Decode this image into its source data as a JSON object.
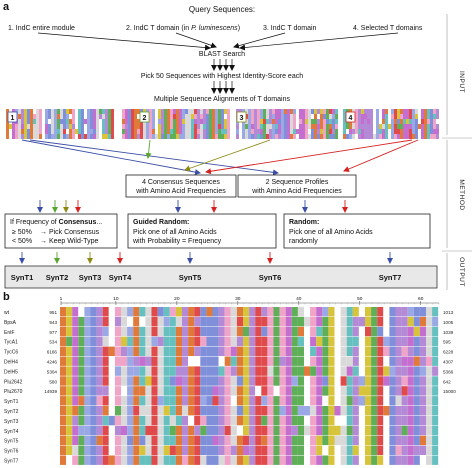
{
  "panel_a": {
    "label": "a",
    "query_title": "Query Sequences:",
    "queries": [
      "1. IndC entire module",
      "2. IndC T domain (in ",
      "P. luminescens",
      ")",
      "3. IndC T domain",
      "4. Selected T domains"
    ],
    "blast": "BLAST Search",
    "pick50": "Pick 50 Sequences with Highest Identity-Score each",
    "msa": "Multiple Sequence Alignments of T domains",
    "msa_numbers": [
      "1",
      "2",
      "3",
      "4"
    ],
    "consensus_box": [
      "4 Consensus Sequences",
      "with Amino Acid Frequencies"
    ],
    "profile_box": [
      "2 Sequence Profiles",
      "with Amino Acid Frequencies"
    ],
    "method1": {
      "title_pre": "If Frequency of ",
      "title_bold": "Consensus",
      "title_post": "...",
      "line1_a": "≥ 50%",
      "line1_b": "→  Pick Consensus",
      "line2_a": "< 50%",
      "line2_b": "→  Keep Wild-Type"
    },
    "method2": {
      "title": "Guided Random:",
      "lines": [
        "Pick one of all Amino Acids",
        "with Probability = Frequency"
      ]
    },
    "method3": {
      "title": "Random:",
      "lines": [
        "Pick one of all Amino Acids",
        "randomly"
      ]
    },
    "outputs": [
      "SynT1",
      "SynT2",
      "SynT3",
      "SynT4",
      "SynT5",
      "SynT6",
      "SynT7"
    ],
    "side_labels": [
      "INPUT",
      "METHOD",
      "OUTPUT"
    ]
  },
  "panel_b": {
    "label": "b",
    "ruler_ticks": [
      "1",
      "10",
      "20",
      "30",
      "40",
      "50",
      "60"
    ],
    "rows": [
      {
        "name": "wt",
        "start": "951",
        "end": "1013"
      },
      {
        "name": "BpsA",
        "start": "943",
        "end": "1005"
      },
      {
        "name": "EntF",
        "start": "977",
        "end": "1039"
      },
      {
        "name": "TycA1",
        "start": "534",
        "end": "595"
      },
      {
        "name": "TycC6",
        "start": "6166",
        "end": "6228"
      },
      {
        "name": "DelH4",
        "start": "4246",
        "end": "4307"
      },
      {
        "name": "DelH5",
        "start": "5304",
        "end": "5366"
      },
      {
        "name": "Plu2642",
        "start": "580",
        "end": "642"
      },
      {
        "name": "Plu2670",
        "start": "14939",
        "end": "15000"
      },
      {
        "name": "SynT1",
        "start": "",
        "end": ""
      },
      {
        "name": "SynT2",
        "start": "",
        "end": ""
      },
      {
        "name": "SynT3",
        "start": "",
        "end": ""
      },
      {
        "name": "SynT4",
        "start": "",
        "end": ""
      },
      {
        "name": "SynT5",
        "start": "",
        "end": ""
      },
      {
        "name": "SynT6",
        "start": "",
        "end": ""
      },
      {
        "name": "SynT7",
        "start": "",
        "end": ""
      }
    ]
  },
  "colors": {
    "blue": "#3b4ea6",
    "green": "#58a52f",
    "olive": "#8c8a12",
    "red": "#d62020",
    "aa_palette": [
      "#7f8fd9",
      "#9aa8e6",
      "#c46fd0",
      "#d9d9d9",
      "#5fae58",
      "#e07a3a",
      "#e04a4a",
      "#d8c43a",
      "#66c0c0",
      "#b48ad6",
      "#ffffff",
      "#f0a4c8"
    ]
  }
}
